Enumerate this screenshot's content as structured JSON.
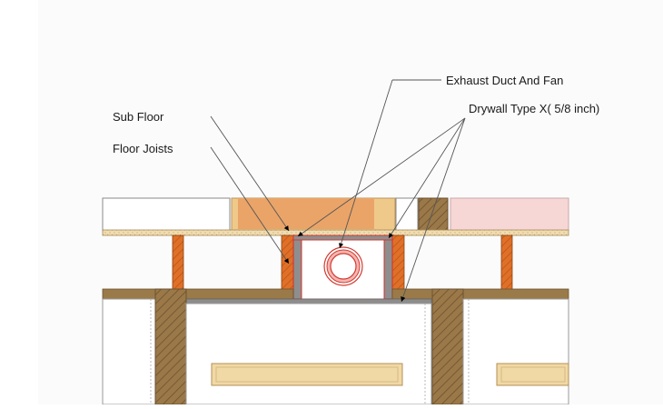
{
  "labels": {
    "exhaust": "Exhaust Duct And Fan",
    "drywall": "Drywall Type X( 5/8 inch)",
    "subfloor": "Sub Floor",
    "joists": "Floor Joists"
  },
  "colors": {
    "joist_orange": "#e0732a",
    "wood_light": "#f1d9a6",
    "wood_dark": "#8c6b3d",
    "pink_panel": "#f7d7d6",
    "orange_panel": "#eda66b",
    "duct_red": "#d8322c",
    "drywall_gray": "#8d8d8d",
    "leader_line": "#555555"
  },
  "icons": [
    "exhaust-fan-icon",
    "duct-ring-icon"
  ]
}
